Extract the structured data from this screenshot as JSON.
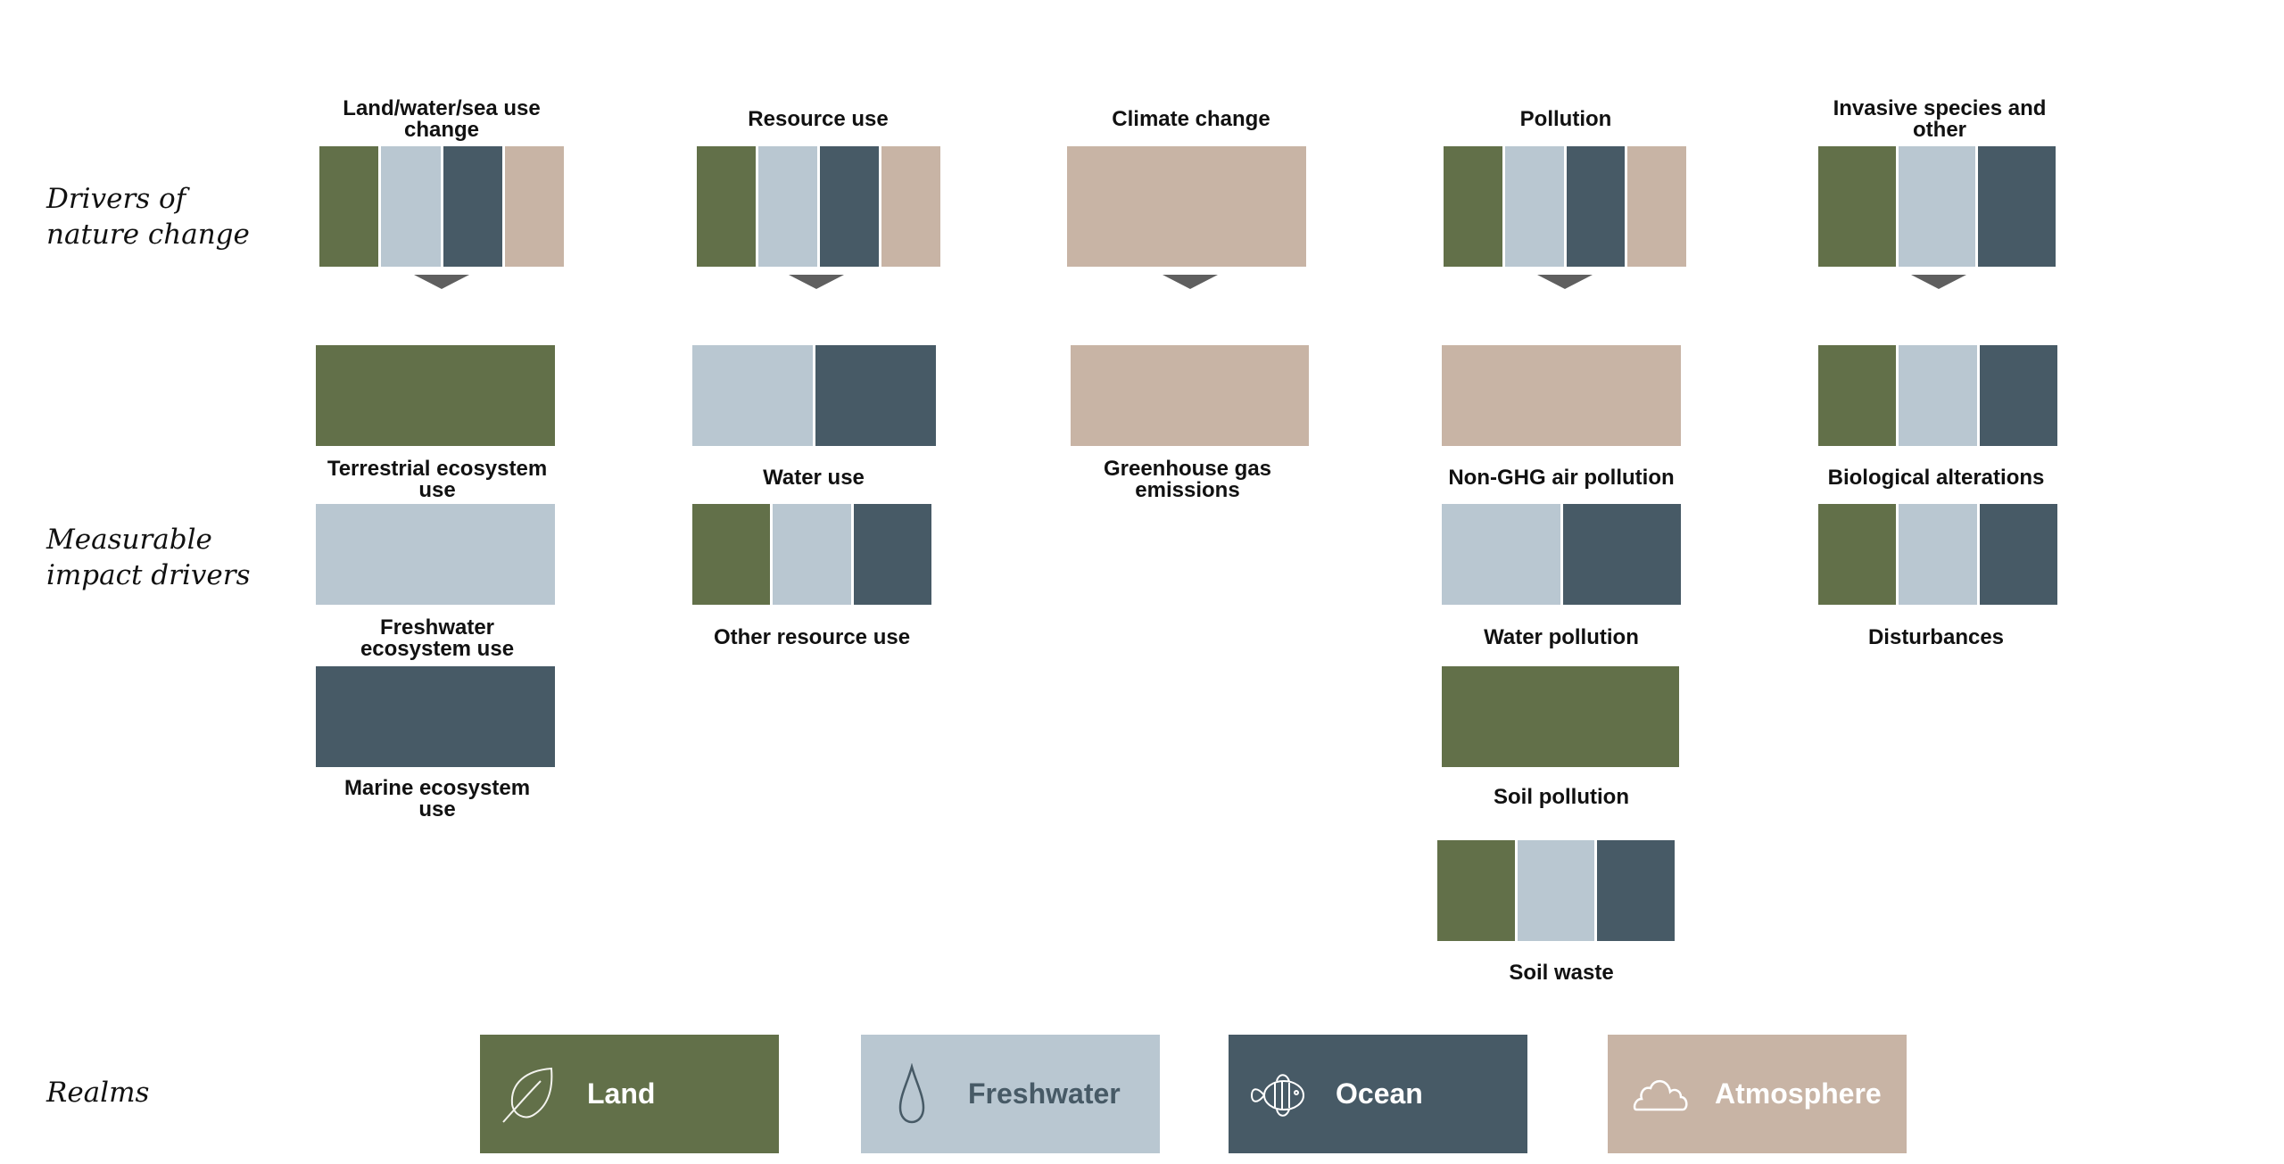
{
  "row_labels": {
    "drivers": [
      "Drivers of",
      "nature change"
    ],
    "measurable": [
      "Measurable",
      "impact drivers"
    ],
    "realms": "Realms"
  },
  "colors": {
    "land": "#627049",
    "freshwater": "#b9c7d1",
    "ocean": "#475a66",
    "atmosphere": "#c8b4a5",
    "arrow": "#5f5f5f"
  },
  "drivers": [
    {
      "title": [
        "Land/water/sea use",
        "change"
      ],
      "realms": [
        "land",
        "freshwater",
        "ocean",
        "atmosphere"
      ]
    },
    {
      "title": [
        "Resource use"
      ],
      "realms": [
        "land",
        "freshwater",
        "ocean",
        "atmosphere"
      ]
    },
    {
      "title": [
        "Climate change"
      ],
      "realms": [
        "atmosphere"
      ]
    },
    {
      "title": [
        "Pollution"
      ],
      "realms": [
        "land",
        "freshwater",
        "ocean",
        "atmosphere"
      ]
    },
    {
      "title": [
        "Invasive species and",
        "other"
      ],
      "realms": [
        "land",
        "freshwater",
        "ocean"
      ]
    }
  ],
  "impact_drivers": {
    "terrestrial": {
      "label": [
        "Terrestrial ecosystem",
        "use"
      ],
      "realms": [
        "land"
      ]
    },
    "freshwater_eco": {
      "label": [
        "Freshwater",
        "ecosystem use"
      ],
      "realms": [
        "freshwater"
      ]
    },
    "marine": {
      "label": [
        "Marine ecosystem",
        "use"
      ],
      "realms": [
        "ocean"
      ]
    },
    "water_use": {
      "label": [
        "Water use"
      ],
      "realms": [
        "freshwater",
        "ocean"
      ]
    },
    "other_resource": {
      "label": [
        "Other resource use"
      ],
      "realms": [
        "land",
        "freshwater",
        "ocean"
      ]
    },
    "ghg": {
      "label": [
        "Greenhouse gas",
        "emissions"
      ],
      "realms": [
        "atmosphere"
      ]
    },
    "non_ghg": {
      "label": [
        "Non-GHG air pollution"
      ],
      "realms": [
        "atmosphere"
      ]
    },
    "water_pollution": {
      "label": [
        "Water pollution"
      ],
      "realms": [
        "freshwater",
        "ocean"
      ]
    },
    "soil_pollution": {
      "label": [
        "Soil pollution"
      ],
      "realms": [
        "land"
      ]
    },
    "soil_waste": {
      "label": [
        "Soil waste"
      ],
      "realms": [
        "land",
        "freshwater",
        "ocean"
      ]
    },
    "bio_alterations": {
      "label": [
        "Biological alterations"
      ],
      "realms": [
        "land",
        "freshwater",
        "ocean"
      ]
    },
    "disturbances": {
      "label": [
        "Disturbances"
      ],
      "realms": [
        "land",
        "freshwater",
        "ocean"
      ]
    }
  },
  "realms": [
    {
      "label": "Land",
      "icon": "leaf-icon"
    },
    {
      "label": "Freshwater",
      "icon": "water-drop-icon"
    },
    {
      "label": "Ocean",
      "icon": "fish-icon"
    },
    {
      "label": "Atmosphere",
      "icon": "cloud-icon"
    }
  ]
}
